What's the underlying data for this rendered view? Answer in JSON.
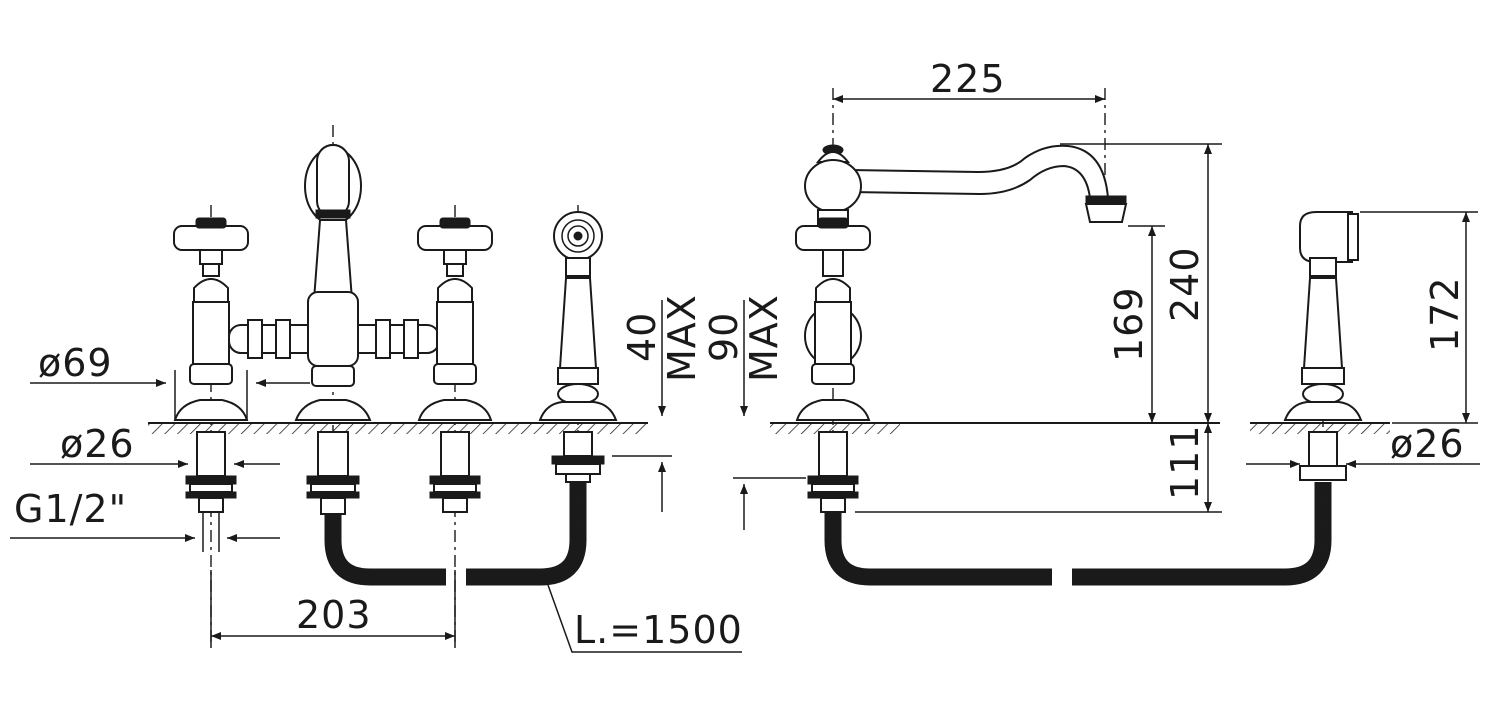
{
  "colors": {
    "line": "#1a1a1a",
    "background": "#ffffff"
  },
  "dimensions": {
    "d69": "ø69",
    "d26_left": "ø26",
    "thread": "G1/2\"",
    "spacing": "203",
    "hose_length": "L.=1500",
    "deck40": "40",
    "deck40_max": "MAX",
    "deck90": "90",
    "deck90_max": "MAX",
    "reach": "225",
    "outlet_height": "169",
    "total_height": "240",
    "below_deck": "111",
    "spray_height": "172",
    "d26_right": "ø26"
  }
}
